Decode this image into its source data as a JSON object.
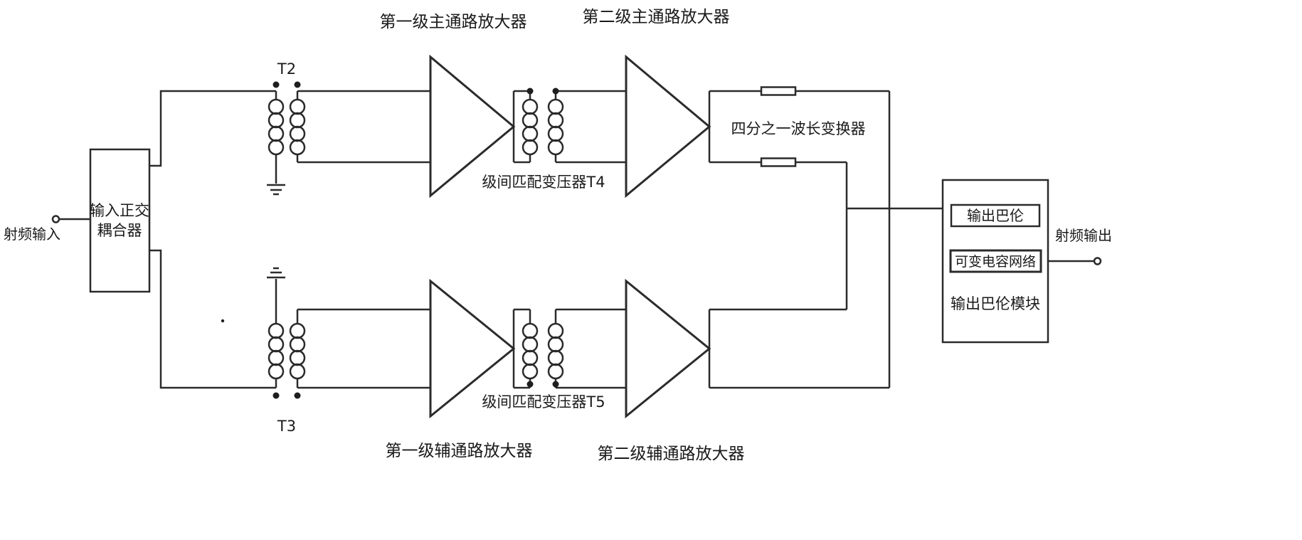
{
  "labels": {
    "rf_input": "射频输入",
    "rf_output": "射频输出",
    "coupler_line1": "输入正交",
    "coupler_line2": "耦合器",
    "t2": "T2",
    "t3": "T3",
    "amp_main_1": "第一级主通路放大器",
    "amp_main_2": "第二级主通路放大器",
    "amp_aux_1": "第一级辅通路放大器",
    "amp_aux_2": "第二级辅通路放大器",
    "interstage_t4": "级间匹配变压器T4",
    "interstage_t5": "级间匹配变压器T5",
    "quarter_wave": "四分之一波长变换器",
    "output_balun": "输出巴伦",
    "var_cap_network": "可变电容网络",
    "output_balun_module": "输出巴伦模块"
  },
  "colors": {
    "line": "#2b2b2b",
    "text": "#1a1a1a",
    "background": "#ffffff"
  }
}
